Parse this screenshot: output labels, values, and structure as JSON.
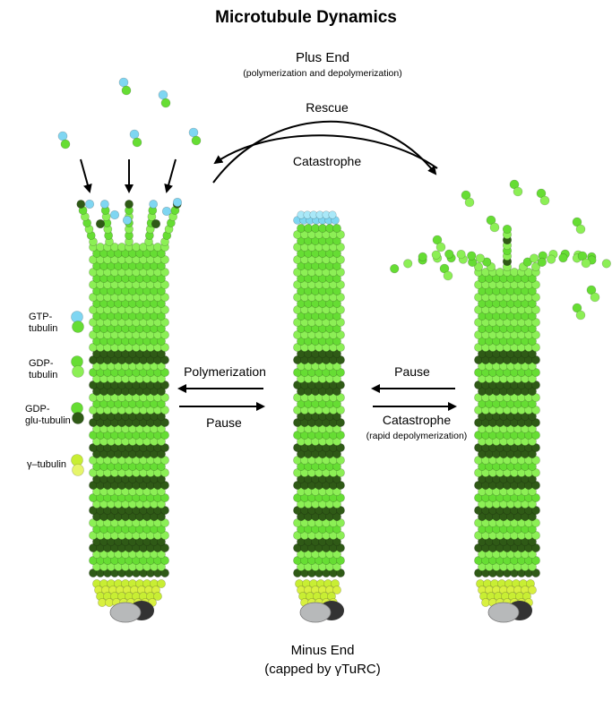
{
  "title": "Microtubule Dynamics",
  "plus_end": {
    "label": "Plus End",
    "sub": "(polymerization and depolymerization)"
  },
  "minus_end": {
    "label": "Minus End",
    "sub": "(capped by γTuRC)"
  },
  "transitions": {
    "rescue": "Rescue",
    "catastrophe": "Catastrophe",
    "polymerization": "Polymerization",
    "pause_left": "Pause",
    "pause_right": "Pause",
    "catastrophe_rapid": "Catastrophe",
    "catastrophe_rapid_sub": "(rapid depolymerization)"
  },
  "legend": {
    "gtp_line1": "GTP-",
    "gtp_line2": "tubulin",
    "gdp_line1": "GDP-",
    "gdp_line2": "tubulin",
    "glu_line1": "GDP-",
    "glu_line2": "glu-tubulin",
    "gamma": "γ–tubulin"
  },
  "colors": {
    "gtp": "#7fd6f2",
    "gdp": "#66dd33",
    "gdp_light": "#8cef55",
    "glu_dark": "#2f5a16",
    "gamma": "#c8ee33",
    "cap": "#b7b9ba",
    "cap_dark": "#333333"
  }
}
